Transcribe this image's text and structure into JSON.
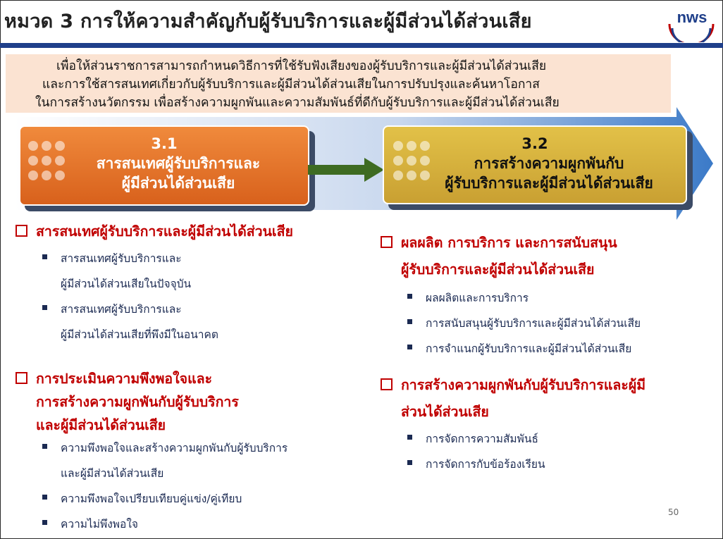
{
  "title": "หมวด 3  การให้ความสำคัญกับผู้รับบริการและผู้มีส่วนได้ส่วนเสีย",
  "logo_text": "nws",
  "colors": {
    "accent_blue": "#1f3f8a",
    "heading_red": "#c00000",
    "orange": "#e8762c",
    "gold": "#d4b03c"
  },
  "banner": {
    "line1": "เพื่อให้ส่วนราชการสามารถกำหนดวิธีการที่ใช้รับฟังเสียงของผู้รับบริการและผู้มีส่วนได้ส่วนเสีย",
    "line2": "และการใช้สารสนเทศเกี่ยวกับผู้รับบริการและผู้มีส่วนได้ส่วนเสียในการปรับปรุงและค้นหาโอกาส",
    "line3": "ในการสร้างนวัตกรรม เพื่อสร้างความผูกพันและความสัมพันธ์ที่ดีกับผู้รับบริการและผู้มีส่วนได้ส่วนเสีย"
  },
  "box1": {
    "number": "3.1",
    "line1": "สารสนเทศผู้รับบริการและ",
    "line2": "ผู้มีส่วนได้ส่วนเสีย"
  },
  "box2": {
    "number": "3.2",
    "line1": "การสร้างความผูกพันกับ",
    "line2": "ผู้รับบริการและผู้มีส่วนได้ส่วนเสีย"
  },
  "left": {
    "s1": {
      "heading": "สารสนเทศผู้รับบริการและผู้มีส่วนได้ส่วนเสีย",
      "items": [
        {
          "l1": "สารสนเทศผู้รับบริการและ",
          "l2": "ผู้มีส่วนได้ส่วนเสียในปัจจุบัน"
        },
        {
          "l1": "สารสนเทศผู้รับบริการและ",
          "l2": "ผู้มีส่วนได้ส่วนเสียที่พึงมีในอนาคต"
        }
      ]
    },
    "s2": {
      "heading1": "การประเมินความพึงพอใจและ",
      "heading2": "การสร้างความผูกพันกับผู้รับบริการ",
      "heading3": "และผู้มีส่วนได้ส่วนเสีย",
      "items": [
        {
          "l1": "ความพึงพอใจและสร้างความผูกพันกับผู้รับบริการ",
          "l2": "และผู้มีส่วนได้ส่วนเสีย"
        },
        {
          "l1": "ความพึงพอใจเปรียบเทียบคู่แข่ง/คู่เทียบ"
        },
        {
          "l1": "ความไม่พึงพอใจ"
        }
      ]
    }
  },
  "right": {
    "s1": {
      "heading1": "ผลผลิต การบริการ และการสนับสนุน",
      "heading2": "ผู้รับบริการและผู้มีส่วนได้ส่วนเสีย",
      "items": [
        "ผลผลิตและการบริการ",
        "การสนับสนุนผู้รับบริการและผู้มีส่วนได้ส่วนเสีย",
        "การจำแนกผู้รับบริการและผู้มีส่วนได้ส่วนเสีย"
      ]
    },
    "s2": {
      "heading1": "การสร้างความผูกพันกับผู้รับบริการและผู้มี",
      "heading2": "ส่วนได้ส่วนเสีย",
      "items": [
        "การจัดการความสัมพันธ์",
        "การจัดการกับข้อร้องเรียน"
      ]
    }
  },
  "page_number": "50"
}
